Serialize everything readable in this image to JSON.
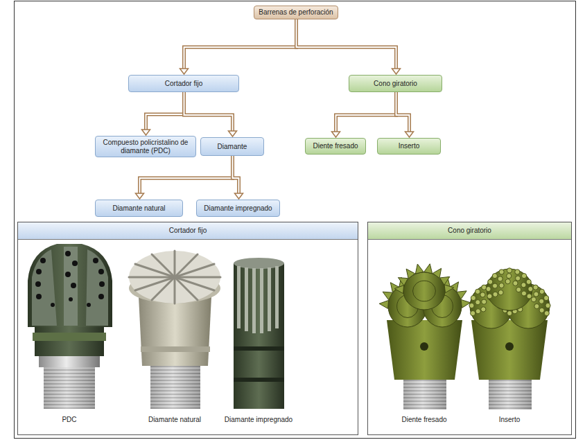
{
  "diagram": {
    "nodes": [
      {
        "text": [
          "Barrenas de perforación"
        ]
      },
      {
        "text": [
          "Cortador fijo"
        ]
      },
      {
        "text": [
          "Cono giratorio"
        ]
      },
      {
        "text": [
          "Compuesto policristalino de diamante (PDC)"
        ]
      },
      {
        "text": [
          "Diamante"
        ]
      },
      {
        "text": [
          "Diente fresado"
        ]
      },
      {
        "text": [
          "Inserto"
        ]
      },
      {
        "text": [
          "Diamante natural"
        ]
      },
      {
        "text": [
          "Diamante impregnado"
        ]
      },
      {
        "text": [
          "Cortador fijo"
        ]
      },
      {
        "text": [
          "Cono giratorio"
        ]
      }
    ],
    "edges": [
      {
        "from": 0,
        "to": 1,
        "arrow": "to"
      },
      {
        "from": 0,
        "to": 2,
        "arrow": "to"
      },
      {
        "from": 1,
        "to": 3,
        "arrow": "to"
      },
      {
        "from": 1,
        "to": 4,
        "arrow": "to"
      },
      {
        "from": 2,
        "to": 5,
        "arrow": "to"
      },
      {
        "from": 2,
        "to": 6,
        "arrow": "to"
      },
      {
        "from": 4,
        "to": 7,
        "arrow": "to"
      },
      {
        "from": 4,
        "to": 8,
        "arrow": "to"
      }
    ],
    "labels": [
      "PDC",
      "Diamante natural",
      "Diamante impregnado",
      "Diente fresado",
      "Inserto"
    ]
  }
}
